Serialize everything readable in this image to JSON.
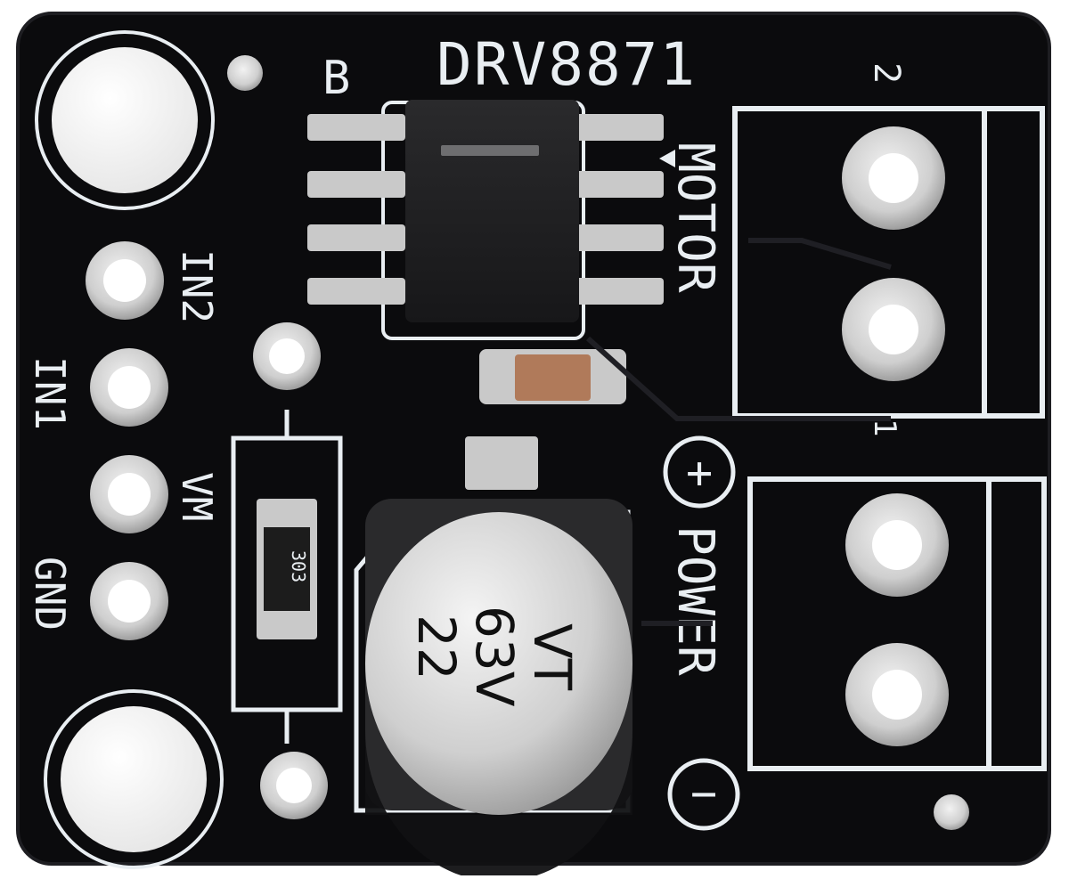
{
  "board": {
    "chip_label": "DRV8871",
    "version_mark": "B",
    "pin_labels": {
      "in2": "IN2",
      "in1": "IN1",
      "vm": "VM",
      "gnd": "GND"
    },
    "terminal_labels": {
      "motor": "MOTOR",
      "power": "POWER",
      "plus": "+",
      "minus": "−",
      "pin2": "2",
      "pin1": "1"
    },
    "resistor_code": "303",
    "capacitor_text": {
      "line1": "22",
      "line2": "63V",
      "line3": "VT"
    }
  },
  "colors": {
    "pcb": "#0b0b0d",
    "silkscreen": "#e9eef2",
    "pad": "#c9c9c9",
    "copper_hint": "#b07a5a"
  }
}
